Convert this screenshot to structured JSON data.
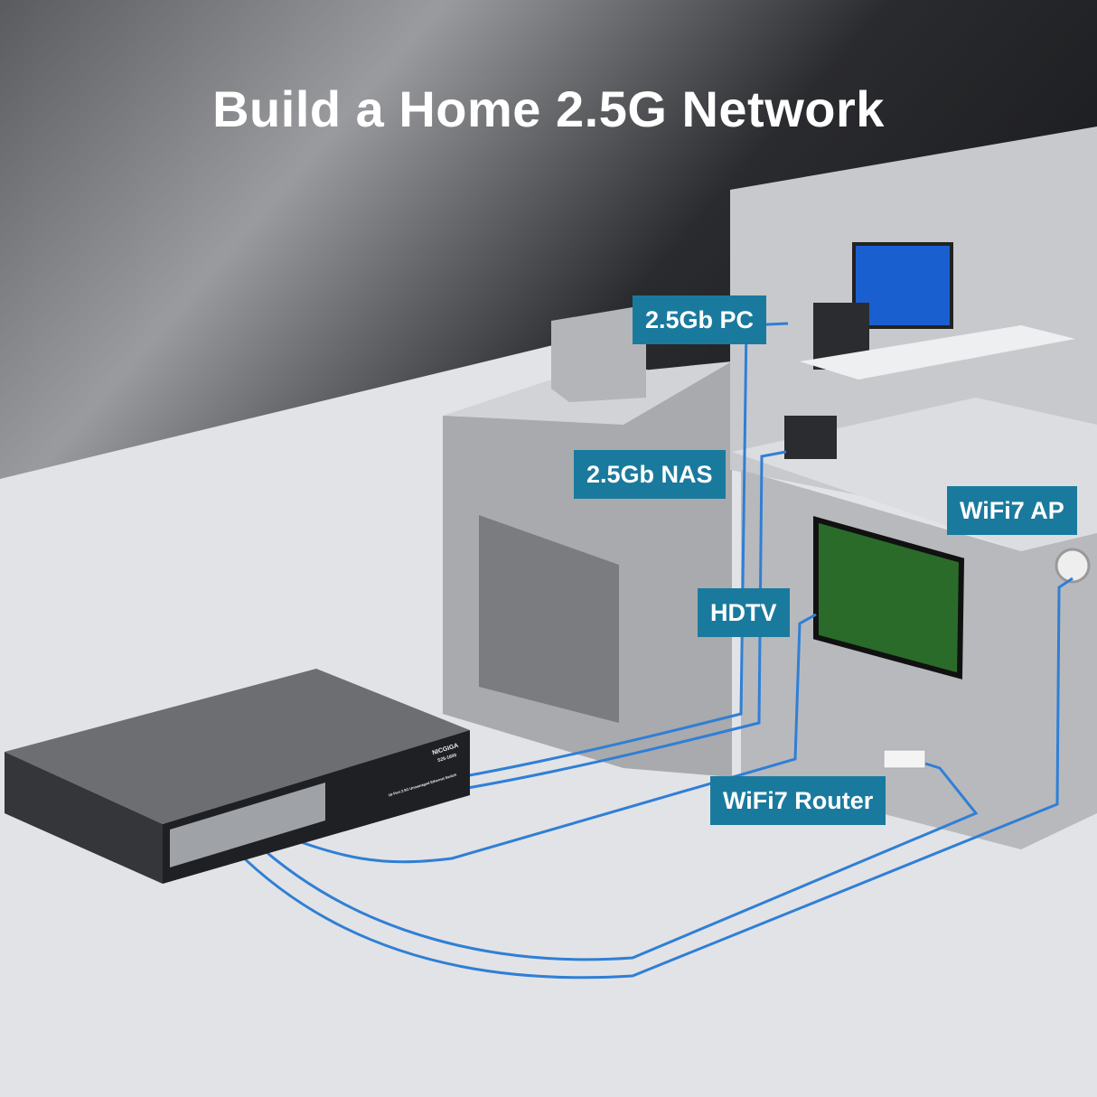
{
  "title": "Build a Home 2.5G Network",
  "labels": {
    "pc": "2.5Gb PC",
    "nas": "2.5Gb NAS",
    "hdtv": "HDTV",
    "ap": "WiFi7 AP",
    "router": "WiFi7 Router"
  },
  "switch": {
    "brand": "NICGIGA",
    "model": "S25-1600",
    "description": "16-Port 2.5G Unmanaged Ethernet Switch"
  },
  "colors": {
    "label_bg": "#1a7a9e",
    "cable": "#2f7fd6"
  }
}
